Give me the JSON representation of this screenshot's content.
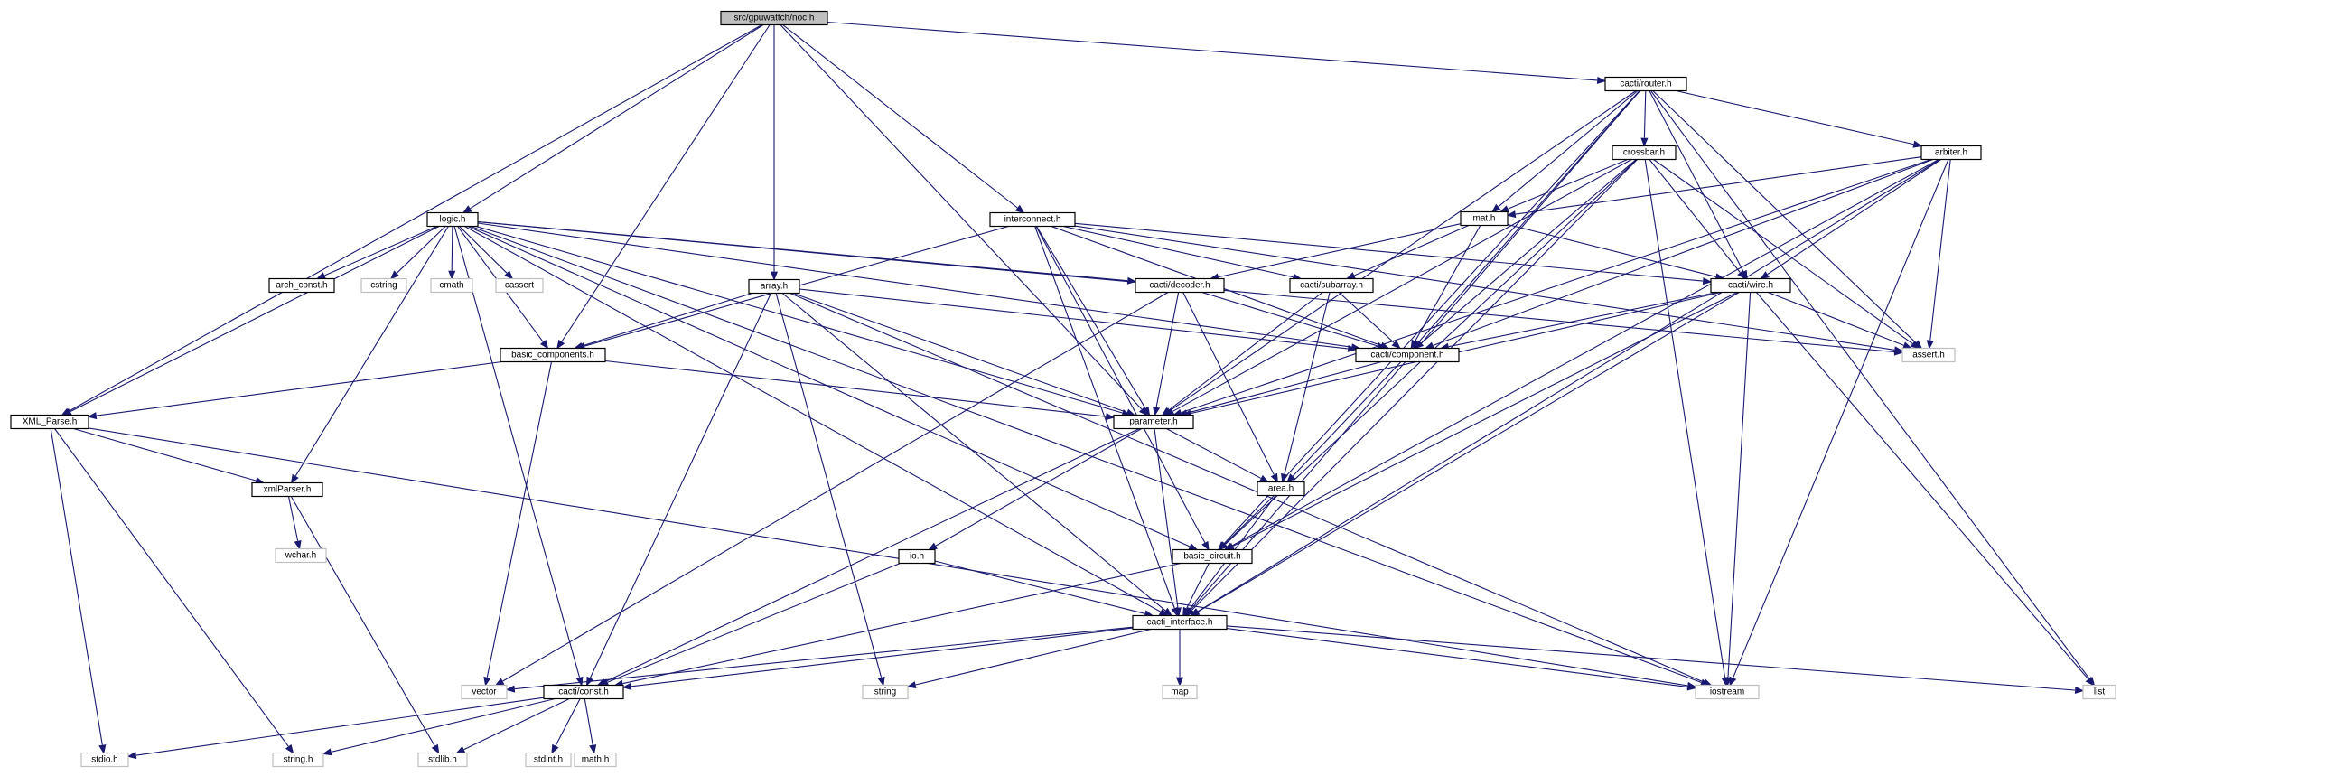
{
  "graph": {
    "nodes": [
      {
        "id": "noc",
        "label": "src/gpuwattch/noc.h",
        "kind": "root"
      },
      {
        "id": "router",
        "label": "cacti/router.h",
        "kind": "file"
      },
      {
        "id": "logic",
        "label": "logic.h",
        "kind": "file"
      },
      {
        "id": "interconnect",
        "label": "interconnect.h",
        "kind": "file"
      },
      {
        "id": "crossbar",
        "label": "crossbar.h",
        "kind": "file"
      },
      {
        "id": "arbiter",
        "label": "arbiter.h",
        "kind": "file"
      },
      {
        "id": "mat",
        "label": "mat.h",
        "kind": "file"
      },
      {
        "id": "arch_const",
        "label": "arch_const.h",
        "kind": "file"
      },
      {
        "id": "cstring",
        "label": "cstring",
        "kind": "system"
      },
      {
        "id": "cmath",
        "label": "cmath",
        "kind": "system"
      },
      {
        "id": "cassert",
        "label": "cassert",
        "kind": "system"
      },
      {
        "id": "array",
        "label": "array.h",
        "kind": "file"
      },
      {
        "id": "decoder",
        "label": "cacti/decoder.h",
        "kind": "file"
      },
      {
        "id": "subarray",
        "label": "cacti/subarray.h",
        "kind": "file"
      },
      {
        "id": "wire",
        "label": "cacti/wire.h",
        "kind": "file"
      },
      {
        "id": "basic_components",
        "label": "basic_components.h",
        "kind": "file"
      },
      {
        "id": "component",
        "label": "cacti/component.h",
        "kind": "file"
      },
      {
        "id": "assert",
        "label": "assert.h",
        "kind": "system"
      },
      {
        "id": "xml_parse",
        "label": "XML_Parse.h",
        "kind": "file"
      },
      {
        "id": "parameter",
        "label": "parameter.h",
        "kind": "file"
      },
      {
        "id": "xmlparser",
        "label": "xmlParser.h",
        "kind": "file"
      },
      {
        "id": "area",
        "label": "area.h",
        "kind": "file"
      },
      {
        "id": "wchar",
        "label": "wchar.h",
        "kind": "system"
      },
      {
        "id": "io",
        "label": "io.h",
        "kind": "file"
      },
      {
        "id": "basic_circuit",
        "label": "basic_circuit.h",
        "kind": "file"
      },
      {
        "id": "cacti_interface",
        "label": "cacti_interface.h",
        "kind": "file"
      },
      {
        "id": "vector",
        "label": "vector",
        "kind": "system"
      },
      {
        "id": "const",
        "label": "cacti/const.h",
        "kind": "file"
      },
      {
        "id": "string",
        "label": "string",
        "kind": "system"
      },
      {
        "id": "map",
        "label": "map",
        "kind": "system"
      },
      {
        "id": "iostream",
        "label": "iostream",
        "kind": "system"
      },
      {
        "id": "list",
        "label": "list",
        "kind": "system"
      },
      {
        "id": "stdio",
        "label": "stdio.h",
        "kind": "system"
      },
      {
        "id": "string_h",
        "label": "string.h",
        "kind": "system"
      },
      {
        "id": "stdlib",
        "label": "stdlib.h",
        "kind": "system"
      },
      {
        "id": "stdint",
        "label": "stdint.h",
        "kind": "system"
      },
      {
        "id": "math_h",
        "label": "math.h",
        "kind": "system"
      }
    ],
    "edges": [
      [
        "noc",
        "xml_parse"
      ],
      [
        "noc",
        "logic"
      ],
      [
        "noc",
        "basic_components"
      ],
      [
        "noc",
        "array"
      ],
      [
        "noc",
        "parameter"
      ],
      [
        "noc",
        "interconnect"
      ],
      [
        "noc",
        "router"
      ],
      [
        "router",
        "parameter"
      ],
      [
        "router",
        "basic_circuit"
      ],
      [
        "router",
        "component"
      ],
      [
        "router",
        "mat"
      ],
      [
        "router",
        "crossbar"
      ],
      [
        "router",
        "wire"
      ],
      [
        "router",
        "arbiter"
      ],
      [
        "router",
        "assert"
      ],
      [
        "router",
        "cacti_interface"
      ],
      [
        "router",
        "list"
      ],
      [
        "crossbar",
        "mat"
      ],
      [
        "crossbar",
        "component"
      ],
      [
        "crossbar",
        "parameter"
      ],
      [
        "crossbar",
        "basic_circuit"
      ],
      [
        "crossbar",
        "wire"
      ],
      [
        "crossbar",
        "assert"
      ],
      [
        "crossbar",
        "cacti_interface"
      ],
      [
        "crossbar",
        "iostream"
      ],
      [
        "arbiter",
        "mat"
      ],
      [
        "arbiter",
        "component"
      ],
      [
        "arbiter",
        "wire"
      ],
      [
        "arbiter",
        "assert"
      ],
      [
        "arbiter",
        "parameter"
      ],
      [
        "arbiter",
        "basic_circuit"
      ],
      [
        "arbiter",
        "cacti_interface"
      ],
      [
        "arbiter",
        "iostream"
      ],
      [
        "mat",
        "decoder"
      ],
      [
        "mat",
        "subarray"
      ],
      [
        "mat",
        "wire"
      ],
      [
        "mat",
        "component"
      ],
      [
        "logic",
        "arch_const"
      ],
      [
        "logic",
        "cstring"
      ],
      [
        "logic",
        "cmath"
      ],
      [
        "logic",
        "cassert"
      ],
      [
        "logic",
        "xml_parse"
      ],
      [
        "logic",
        "xmlparser"
      ],
      [
        "logic",
        "basic_components"
      ],
      [
        "logic",
        "parameter"
      ],
      [
        "logic",
        "decoder"
      ],
      [
        "logic",
        "component"
      ],
      [
        "logic",
        "basic_circuit"
      ],
      [
        "logic",
        "cacti_interface"
      ],
      [
        "logic",
        "const"
      ],
      [
        "logic",
        "iostream"
      ],
      [
        "logic",
        "assert"
      ],
      [
        "interconnect",
        "basic_components"
      ],
      [
        "interconnect",
        "parameter"
      ],
      [
        "interconnect",
        "subarray"
      ],
      [
        "interconnect",
        "component"
      ],
      [
        "interconnect",
        "wire"
      ],
      [
        "interconnect",
        "basic_circuit"
      ],
      [
        "interconnect",
        "cacti_interface"
      ],
      [
        "interconnect",
        "assert"
      ],
      [
        "array",
        "basic_components"
      ],
      [
        "array",
        "parameter"
      ],
      [
        "array",
        "component"
      ],
      [
        "array",
        "const"
      ],
      [
        "array",
        "string"
      ],
      [
        "array",
        "cacti_interface"
      ],
      [
        "array",
        "iostream"
      ],
      [
        "decoder",
        "component"
      ],
      [
        "decoder",
        "parameter"
      ],
      [
        "decoder",
        "area"
      ],
      [
        "decoder",
        "vector"
      ],
      [
        "subarray",
        "component"
      ],
      [
        "subarray",
        "parameter"
      ],
      [
        "subarray",
        "area"
      ],
      [
        "wire",
        "component"
      ],
      [
        "wire",
        "parameter"
      ],
      [
        "wire",
        "assert"
      ],
      [
        "wire",
        "basic_circuit"
      ],
      [
        "wire",
        "cacti_interface"
      ],
      [
        "wire",
        "iostream"
      ],
      [
        "wire",
        "list"
      ],
      [
        "basic_components",
        "xml_parse"
      ],
      [
        "basic_components",
        "parameter"
      ],
      [
        "basic_components",
        "vector"
      ],
      [
        "component",
        "parameter"
      ],
      [
        "component",
        "area"
      ],
      [
        "xml_parse",
        "xmlparser"
      ],
      [
        "xml_parse",
        "stdio"
      ],
      [
        "xml_parse",
        "string_h"
      ],
      [
        "xml_parse",
        "iostream"
      ],
      [
        "xmlparser",
        "wchar"
      ],
      [
        "xmlparser",
        "stdlib"
      ],
      [
        "parameter",
        "area"
      ],
      [
        "parameter",
        "io"
      ],
      [
        "parameter",
        "const"
      ],
      [
        "parameter",
        "cacti_interface"
      ],
      [
        "area",
        "basic_circuit"
      ],
      [
        "area",
        "cacti_interface"
      ],
      [
        "io",
        "const"
      ],
      [
        "io",
        "cacti_interface"
      ],
      [
        "basic_circuit",
        "cacti_interface"
      ],
      [
        "basic_circuit",
        "const"
      ],
      [
        "cacti_interface",
        "vector"
      ],
      [
        "cacti_interface",
        "const"
      ],
      [
        "cacti_interface",
        "string"
      ],
      [
        "cacti_interface",
        "map"
      ],
      [
        "cacti_interface",
        "iostream"
      ],
      [
        "cacti_interface",
        "list"
      ],
      [
        "const",
        "stdio"
      ],
      [
        "const",
        "string_h"
      ],
      [
        "const",
        "stdlib"
      ],
      [
        "const",
        "stdint"
      ],
      [
        "const",
        "math_h"
      ]
    ]
  }
}
